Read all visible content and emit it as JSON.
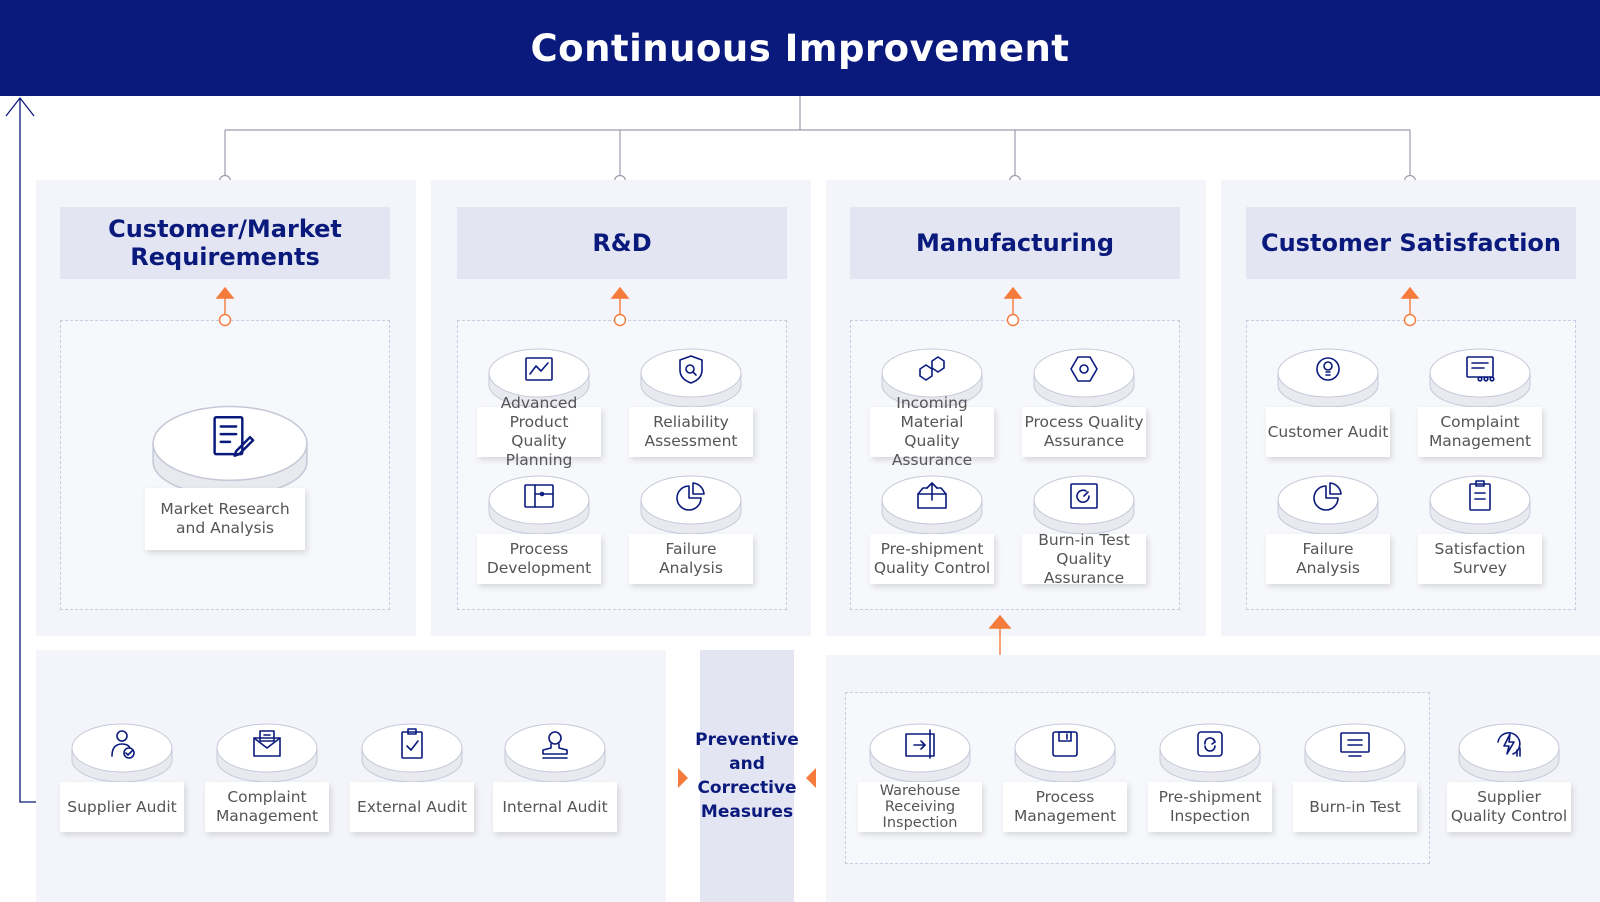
{
  "title": "Continuous Improvement",
  "columns": [
    {
      "heading": "Customer/Market\nRequirements",
      "items": [
        {
          "label": "Market Research\nand Analysis",
          "icon": "document-edit-icon"
        }
      ]
    },
    {
      "heading": "R&D",
      "items": [
        {
          "label": "Advanced Product\nQuality Planning",
          "icon": "map-chart-icon"
        },
        {
          "label": "Reliability\nAssessment",
          "icon": "shield-search-icon"
        },
        {
          "label": "Process\nDevelopment",
          "icon": "layout-icon"
        },
        {
          "label": "Failure\nAnalysis",
          "icon": "pie-chart-icon"
        }
      ]
    },
    {
      "heading": "Manufacturing",
      "items": [
        {
          "label": "Incoming Material\nQuality Assurance",
          "icon": "cubes-icon"
        },
        {
          "label": "Process Quality\nAssurance",
          "icon": "hexagon-icon"
        },
        {
          "label": "Pre-shipment\nQuality Control",
          "icon": "box-out-icon"
        },
        {
          "label": "Burn-in Test\nQuality Assurance",
          "icon": "gauge-icon"
        }
      ]
    },
    {
      "heading": "Customer Satisfaction",
      "items": [
        {
          "label": "Customer Audit",
          "icon": "idea-icon"
        },
        {
          "label": "Complaint\nManagement",
          "icon": "message-icon"
        },
        {
          "label": "Failure\nAnalysis",
          "icon": "pie-chart-icon"
        },
        {
          "label": "Satisfaction\nSurvey",
          "icon": "clipboard-icon"
        }
      ]
    }
  ],
  "bottom_left": [
    {
      "label": "Supplier Audit",
      "icon": "person-check-icon"
    },
    {
      "label": "Complaint\nManagement",
      "icon": "envelope-icon"
    },
    {
      "label": "External Audit",
      "icon": "clipboard-check-icon"
    },
    {
      "label": "Internal Audit",
      "icon": "stamp-icon"
    }
  ],
  "measures": "Preventive\nand\nCorrective\nMeasures",
  "bottom_right": [
    {
      "label": "Warehouse\nReceiving\nInspection",
      "icon": "warehouse-in-icon"
    },
    {
      "label": "Process\nManagement",
      "icon": "save-icon"
    },
    {
      "label": "Pre-shipment\nInspection",
      "icon": "refresh-icon"
    },
    {
      "label": "Burn-in Test",
      "icon": "monitor-icon"
    },
    {
      "label": "Supplier\nQuality Control",
      "icon": "lightning-icon"
    }
  ],
  "colors": {
    "navy": "#0a1a7c",
    "accent": "#f47b3b",
    "panel": "#f4f5fb"
  }
}
